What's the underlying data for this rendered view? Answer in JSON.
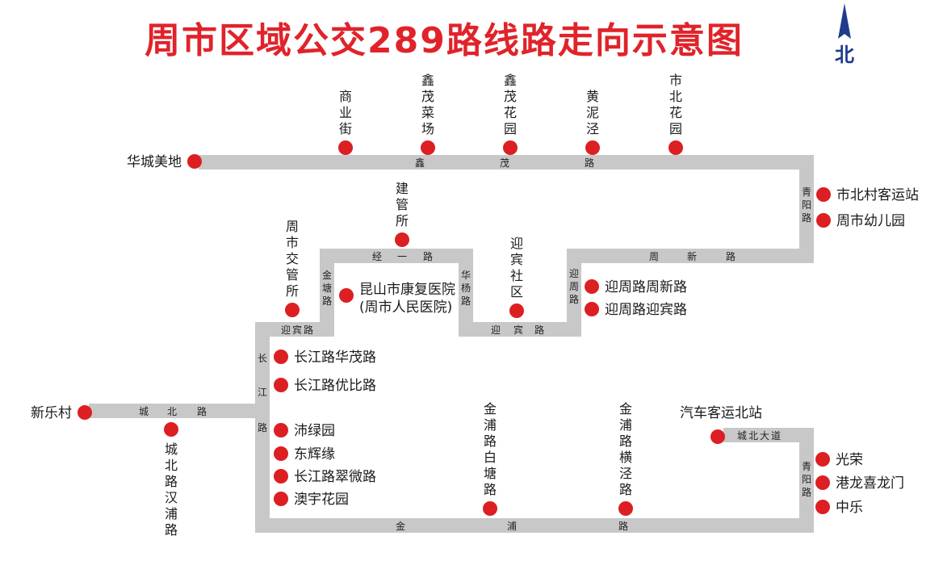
{
  "title": "周市区域公交289路线路走向示意图",
  "colors": {
    "route": "#c8c8c8",
    "stop": "#dc1f22",
    "title": "#e0232a",
    "compass": "#1f3b8c"
  },
  "compass": {
    "label": "北"
  },
  "roads": [
    {
      "id": "xinmao-road",
      "text": "鑫茂路"
    },
    {
      "id": "qingyang-road-upper",
      "text": "青阳路"
    },
    {
      "id": "zhouxin-road",
      "text": "周新路"
    },
    {
      "id": "jingyi-road",
      "text": "经一路"
    },
    {
      "id": "jintang-road",
      "text": "金塘路"
    },
    {
      "id": "huayang-road",
      "text": "华杨路"
    },
    {
      "id": "yingbin-road-middle",
      "text": "迎宾路"
    },
    {
      "id": "yingzhou-road",
      "text": "迎周路"
    },
    {
      "id": "yingbin-road-left",
      "text": "迎宾路"
    },
    {
      "id": "changjiang-road",
      "text": "长江路"
    },
    {
      "id": "chengbei-road",
      "text": "城北路"
    },
    {
      "id": "jinpu-road",
      "text": "金浦路"
    },
    {
      "id": "chengbei-avenue",
      "text": "城北大道"
    },
    {
      "id": "qingyang-road-lower",
      "text": "青阳路"
    }
  ],
  "stops": [
    {
      "id": "huacheng-meidi",
      "name": "华城美地"
    },
    {
      "id": "shangye-jie",
      "name": "商业街"
    },
    {
      "id": "xinmao-caichang",
      "name": "鑫茂菜场"
    },
    {
      "id": "xinmao-huayuan",
      "name": "鑫茂花园"
    },
    {
      "id": "huangnijing",
      "name": "黄泥泾"
    },
    {
      "id": "shibei-huayuan",
      "name": "市北花园"
    },
    {
      "id": "shibeicun-keyunzhan",
      "name": "市北村客运站"
    },
    {
      "id": "zhoushi-youeryuan",
      "name": "周市幼儿园"
    },
    {
      "id": "jianguansuo",
      "name": "建管所"
    },
    {
      "id": "yingbin-shequ",
      "name": "迎宾社区"
    },
    {
      "id": "yingzhoulu-zhouxinlu",
      "name": "迎周路周新路"
    },
    {
      "id": "yingzhoulu-yingbinlu",
      "name": "迎周路迎宾路"
    },
    {
      "id": "zhoushi-jiaoguansuo",
      "name": "周市交管所"
    },
    {
      "id": "kangfu-hospital",
      "name": "昆山市康复医院",
      "sub": "(周市人民医院)"
    },
    {
      "id": "changjiang-huamao",
      "name": "长江路华茂路"
    },
    {
      "id": "changjiang-youbi",
      "name": "长江路优比路"
    },
    {
      "id": "xinlecun",
      "name": "新乐村"
    },
    {
      "id": "chengbei-hanpu",
      "name": "城北路汉浦路"
    },
    {
      "id": "peilvyuan",
      "name": "沛绿园"
    },
    {
      "id": "donghuiyuan",
      "name": "东辉缘"
    },
    {
      "id": "changjiang-cuiwei",
      "name": "长江路翠微路"
    },
    {
      "id": "aoyu-huayuan",
      "name": "澳宇花园"
    },
    {
      "id": "jinpu-baitang",
      "name": "金浦路白塘路"
    },
    {
      "id": "jinpu-hengjing",
      "name": "金浦路横泾路"
    },
    {
      "id": "qiche-keyun-beizhan",
      "name": "汽车客运北站"
    },
    {
      "id": "guangrong",
      "name": "光荣"
    },
    {
      "id": "ganglong-xilongmen",
      "name": "港龙喜龙门"
    },
    {
      "id": "zhongle",
      "name": "中乐"
    }
  ]
}
